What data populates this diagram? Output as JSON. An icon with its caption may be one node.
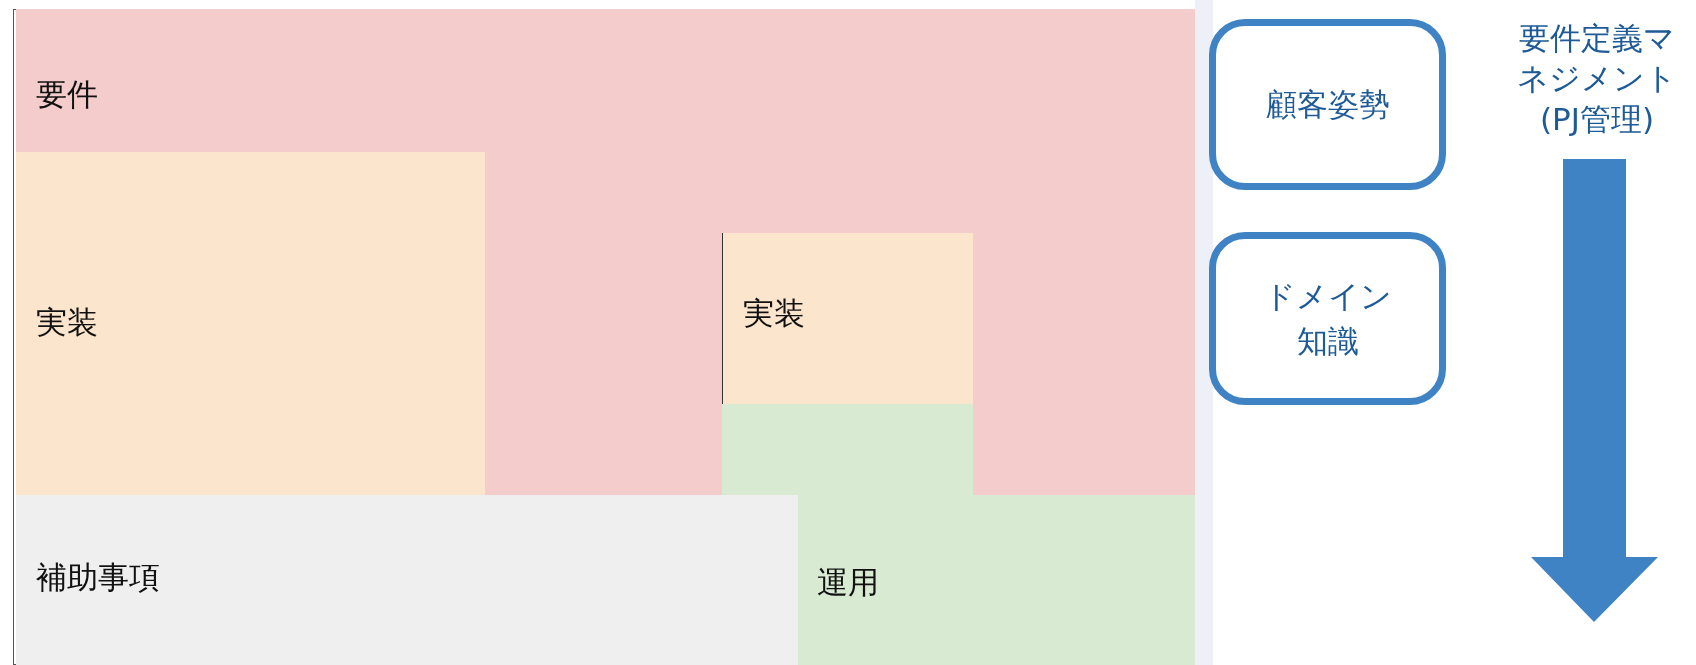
{
  "diagram": {
    "nodes": [
      {
        "text": [
          "要件"
        ]
      },
      {
        "text": [
          "実装"
        ],
        "in": 0
      },
      {
        "text": [
          "実装"
        ],
        "in": 0
      },
      {
        "text": [
          "補助事項"
        ]
      },
      {
        "text": [
          "運用"
        ]
      },
      {
        "text": [
          "顧客姿勢"
        ]
      },
      {
        "text": [
          "ドメイン知識"
        ]
      }
    ],
    "labels": [
      "要件定義マネジメント(PJ管理)"
    ]
  }
}
